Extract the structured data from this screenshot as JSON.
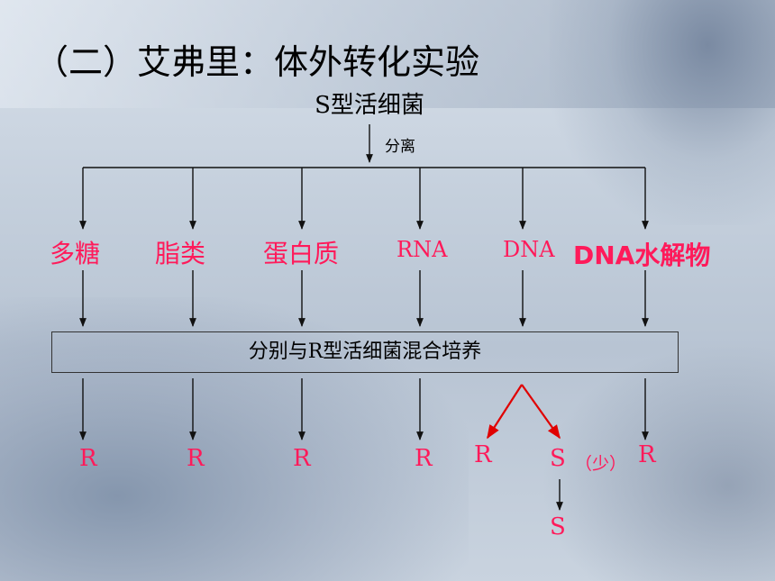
{
  "title": "（二）艾弗里：体外转化实验",
  "source": "S型活细菌",
  "separate_label": "分离",
  "components": [
    "多糖",
    "脂类",
    "蛋白质",
    "RNA",
    "DNA",
    "DNA水解物"
  ],
  "mix_label": "分别与R型活细菌混合培养",
  "results": [
    "R",
    "R",
    "R",
    "R",
    "R",
    "S",
    "R"
  ],
  "note_few": "（少）",
  "final_result": "S",
  "colors": {
    "accent": "#ff1a5a",
    "arrow_red": "#e00000",
    "line": "#222222"
  }
}
